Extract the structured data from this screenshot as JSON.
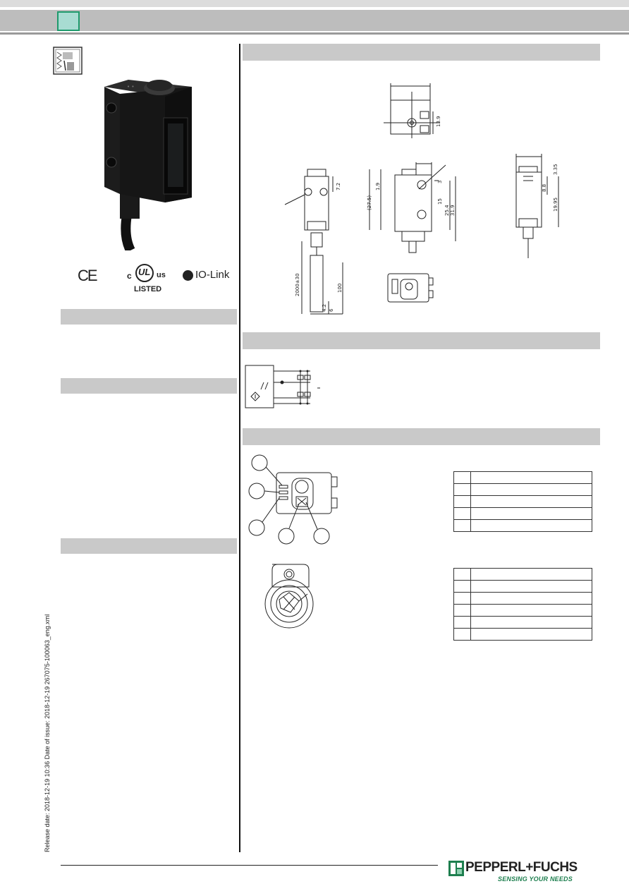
{
  "header": {
    "accent_color": "#1e9a6c",
    "band_color": "#bdbdbd"
  },
  "certifications": {
    "ce": "CE",
    "ul_c": "c",
    "ul_mark": "UL",
    "ul_us": "us",
    "ul_listed": "LISTED",
    "iolink": "IO-Link"
  },
  "dimensions": {
    "top_view_height": "13.9",
    "side_left": [
      "7.2"
    ],
    "cable_length": "2000±30",
    "cable_tip_a": "100",
    "cable_tip_b": "4.2",
    "cable_tip_c": "6",
    "front": [
      "1.9",
      "(27.5)",
      "3",
      "15",
      "25.4",
      "31.9"
    ],
    "right": [
      "3.35",
      "8.8",
      "19.95"
    ]
  },
  "footer": {
    "release_text": "Release date: 2018-12-19 10:36   Date of issue: 2018-12-19   267075-100063_eng.xml",
    "brand_name": "PEPPERL+FUCHS",
    "brand_slogan": "SENSING YOUR NEEDS",
    "brand_color": "#1e7f4f"
  }
}
